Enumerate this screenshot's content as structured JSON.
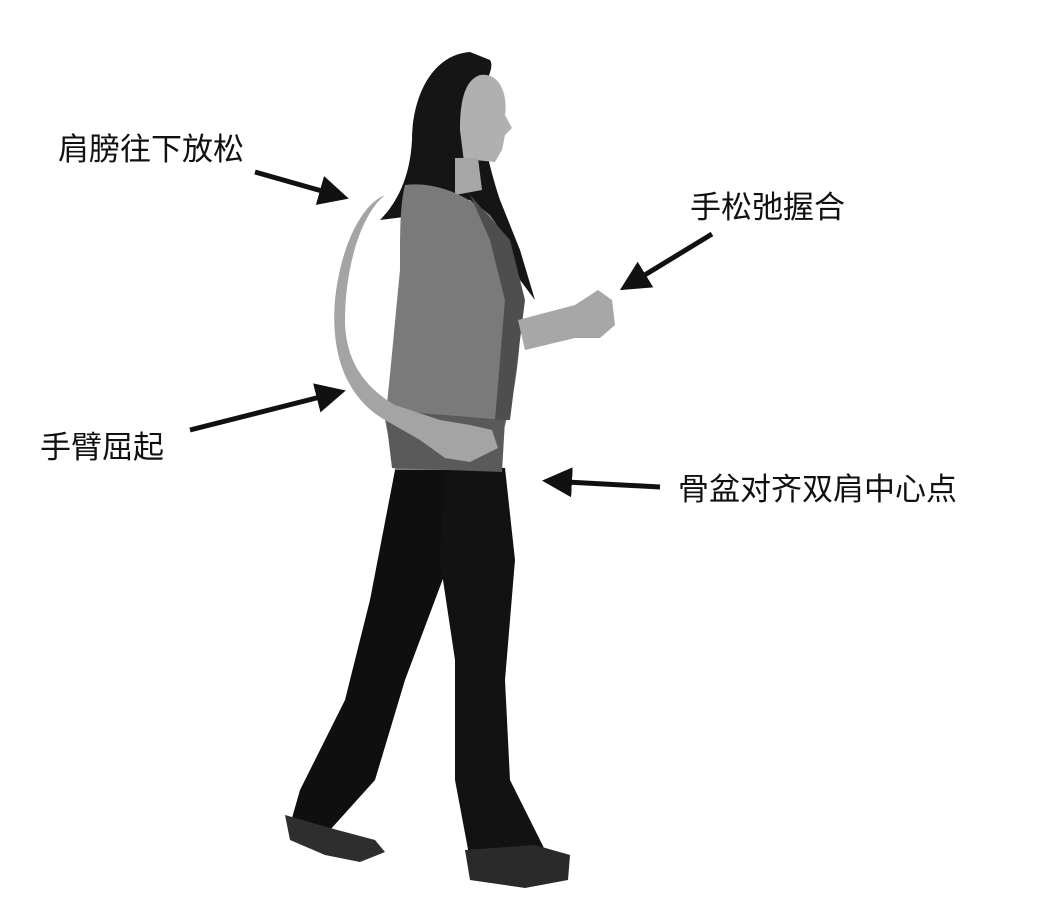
{
  "annotations": {
    "shoulders": "肩膀往下放松",
    "hands": "手松弛握合",
    "arms": "手臂屈起",
    "pelvis": "骨盆对齐双肩中心点"
  },
  "colors": {
    "background": "#ffffff",
    "text": "#111111",
    "arrow": "#111111",
    "skin": "#a9a9a9",
    "hair": "#141414",
    "top": "#787878",
    "pants": "#101010"
  },
  "figure": {
    "subject": "woman-walking-side-view",
    "icon": "walking-figure-photo"
  }
}
